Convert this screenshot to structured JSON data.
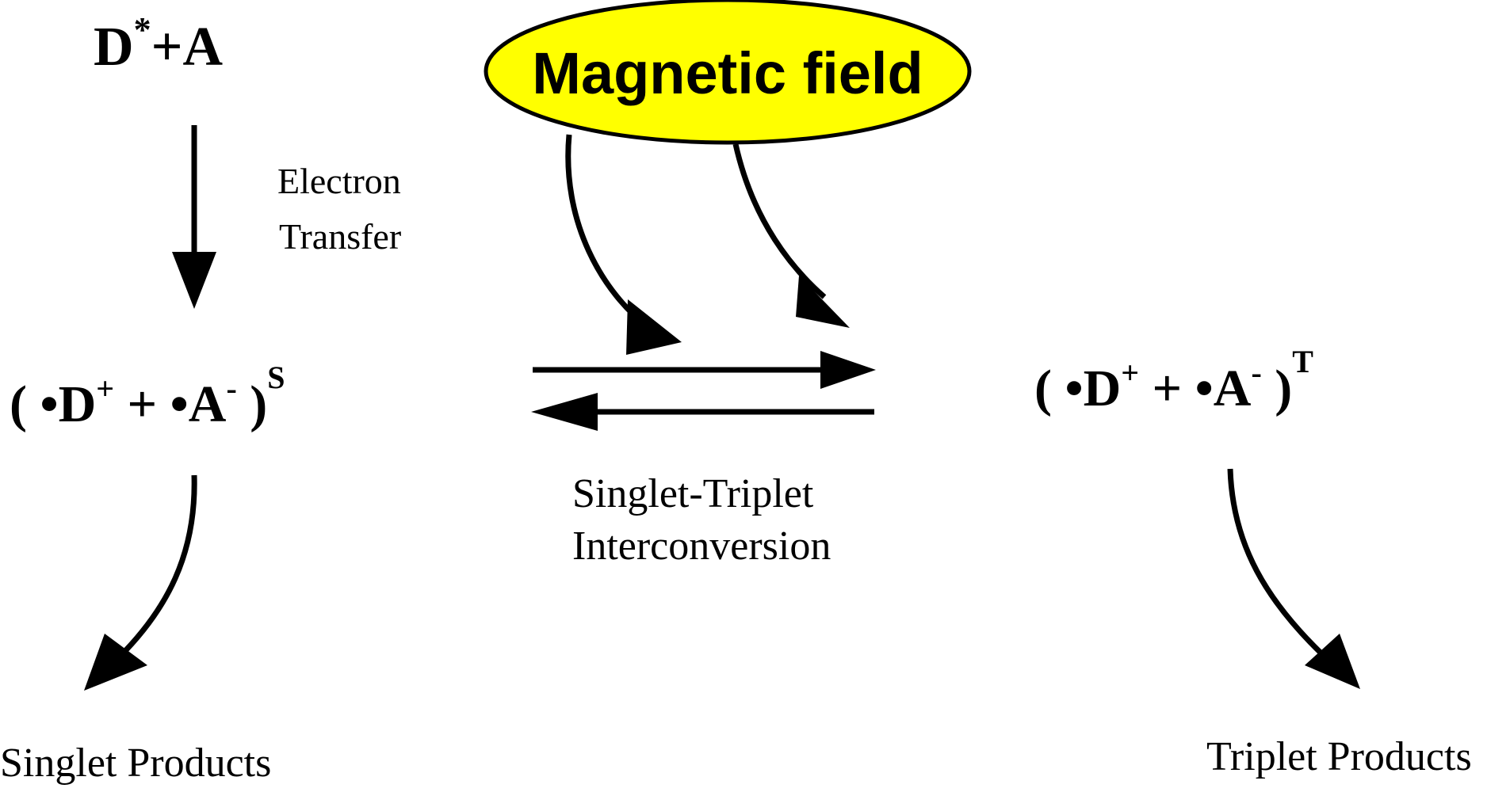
{
  "colors": {
    "ellipse_fill": "#ffff00",
    "ink": "#000000",
    "background": "#ffffff"
  },
  "reactant": {
    "base": "D",
    "superscript": "*",
    "rest": "+A"
  },
  "electron_transfer": {
    "line1": "Electron",
    "line2": "Transfer"
  },
  "magnetic_field": {
    "label": "Magnetic field"
  },
  "singlet_pair": {
    "open": "( •D",
    "d_charge": "+",
    "mid": " + •A",
    "a_charge": "-",
    "close": " )",
    "state": "S"
  },
  "triplet_pair": {
    "open": "( •D",
    "d_charge": "+",
    "mid": " + •A",
    "a_charge": "-",
    "close": " )",
    "state": "T"
  },
  "interconversion": {
    "line1": "Singlet-Triplet",
    "line2": "Interconversion"
  },
  "singlet_products": {
    "label": "Singlet Products"
  },
  "triplet_products": {
    "label": "Triplet Products"
  }
}
